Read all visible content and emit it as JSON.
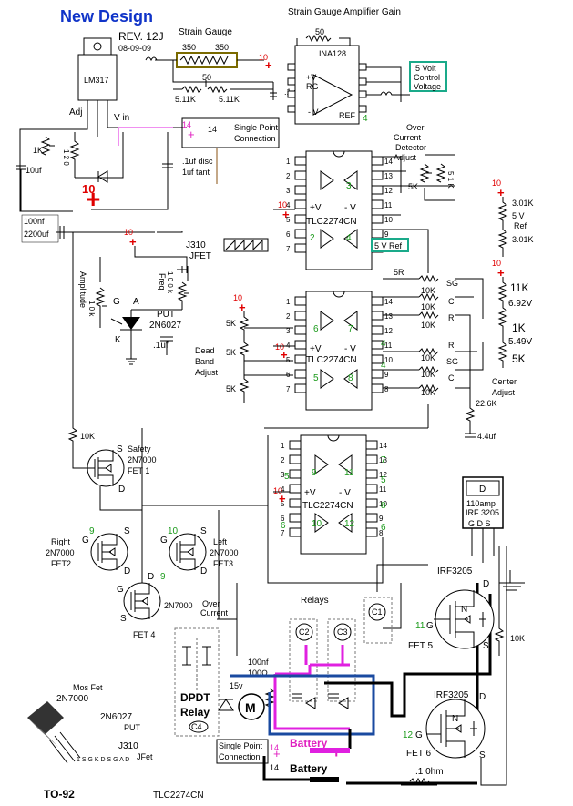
{
  "header": {
    "title": "New Design",
    "revision": "REV. 12J",
    "date": "08-09-09"
  },
  "labels": {
    "strain_gauge": "Strain Gauge",
    "amp_gain": "Strain Gauge Amplifier Gain",
    "lm317": "LM317",
    "ina128": "INA128",
    "rg": "RG",
    "ref": "REF",
    "plus_v": "+V",
    "minus_v": "- V",
    "adj": "Adj",
    "vin": "V in",
    "single_point_1": "Single Point",
    "connection_1": "Connection",
    "five_volt_1": "5 Volt",
    "five_volt_2": "Control",
    "five_volt_3": "Voltage",
    "over_current_1": "Over",
    "over_current_2": "Current",
    "over_current_3": "Detector",
    "over_current_4": "Adjust",
    "cap_note_1": ".1uf disc",
    "cap_note_2": "1uf tant",
    "c_10uf": "10uf",
    "c_100nf": "100nf",
    "c_2200uf": "2200uf",
    "c_1uf": ".1uf",
    "r_350a": "350",
    "r_350b": "350",
    "r_50a": "50",
    "r_50b": "50",
    "r_511a": "5.11K",
    "r_511b": "5.11K",
    "r_1k": "1K",
    "r_120": "1 2 0",
    "r_5k": "5K",
    "r_51k": "5 1 K",
    "tlc1": "TLC2274CN",
    "tlc2": "TLC2274CN",
    "tlc3": "TLC2274CN",
    "j310": "J310",
    "jfet": "JFET",
    "amplitude": "Amplitude",
    "r_10k_amp": "1 0 k",
    "freq": "Freq",
    "r_100k": "1 0 0 k",
    "g": "G",
    "a": "A",
    "k": "K",
    "put": "PUT",
    "n6027": "2N6027",
    "c_1uf_b": ".1uf",
    "dead_band_1": "Dead",
    "dead_band_2": "Band",
    "dead_band_3": "Adjust",
    "five_v_ref_box": "5 V Ref",
    "r_301a": "3.01K",
    "five_v": "5 V",
    "ref_label": "Ref",
    "r_301b": "3.01K",
    "r_11k": "11K",
    "v692": "6.92V",
    "r_1k_b": "1K",
    "v549": "5.49V",
    "r_5k_b": "5K",
    "center_1": "Center",
    "center_2": "Adjust",
    "r_226k": "22.6K",
    "c_44uf": "4.4uf",
    "r_5r": "5R",
    "sg": "SG",
    "c": "C",
    "r": "R",
    "r_10k_a": "10K",
    "safety": "Safety",
    "fet1_a": "2N7000",
    "fet1_b": "FET 1",
    "s": "S",
    "d": "D",
    "right": "Right",
    "fet2_a": "2N7000",
    "fet2_b": "FET2",
    "left": "Left",
    "fet3_a": "2N7000",
    "fet3_b": "FET3",
    "fet4_a": "2N7000",
    "fet4_b": "FET 4",
    "over_current_relay_1": "Over",
    "over_current_relay_2": "Current",
    "relays": "Relays",
    "dpdt": "DPDT",
    "relay": "Relay",
    "c4": "C4",
    "c1": "C1",
    "c2": "C2",
    "c3": "C3",
    "v15": "15v",
    "m": "M",
    "cap_100nf": "100nf",
    "r_100r": "100Ω",
    "single_point_2": "Single Point",
    "connection_2": "Connection",
    "battery_1": "Battery",
    "battery_2": "Battery",
    "irf_box_d": "D",
    "irf_box_1": "110amp",
    "irf_box_2": "IRF 3205",
    "irf_box_3": "G D S",
    "irf1": "IRF3205",
    "irf2": "IRF3205",
    "fet5": "FET 5",
    "fet6": "FET 6",
    "r_10k_b": "10K",
    "r_10ohm": ".1 0hm",
    "mosfet_1": "Mos Fet",
    "mosfet_2": "2N7000",
    "to92": "TO-92",
    "pkg_6027": "2N6027",
    "pkg_put": "PUT",
    "pkg_j310": "J310",
    "pkg_jfet": "JFet",
    "bottom_tlc": "TLC2274CN"
  },
  "markers": {
    "red_10": "10",
    "red_plus": "+",
    "pink_14": "14",
    "pink_plus": "+",
    "num_4": "4",
    "num_7": "7",
    "num_5": "5",
    "num_8": "8",
    "num_6": "6",
    "num_9": "9",
    "num_11": "11",
    "num_12": "12",
    "num_10": "10"
  },
  "pins": {
    "left": [
      "1",
      "2",
      "3",
      "4",
      "5",
      "6",
      "7"
    ],
    "right": [
      "14",
      "13",
      "12",
      "11",
      "10",
      "9",
      "8"
    ]
  },
  "colors": {
    "title": "#1034c8",
    "power_marker": "#e00000",
    "pin_number": "#1a9a1a",
    "battery_wire": "#e020e0",
    "motor_loop": "#1a4aa0"
  }
}
